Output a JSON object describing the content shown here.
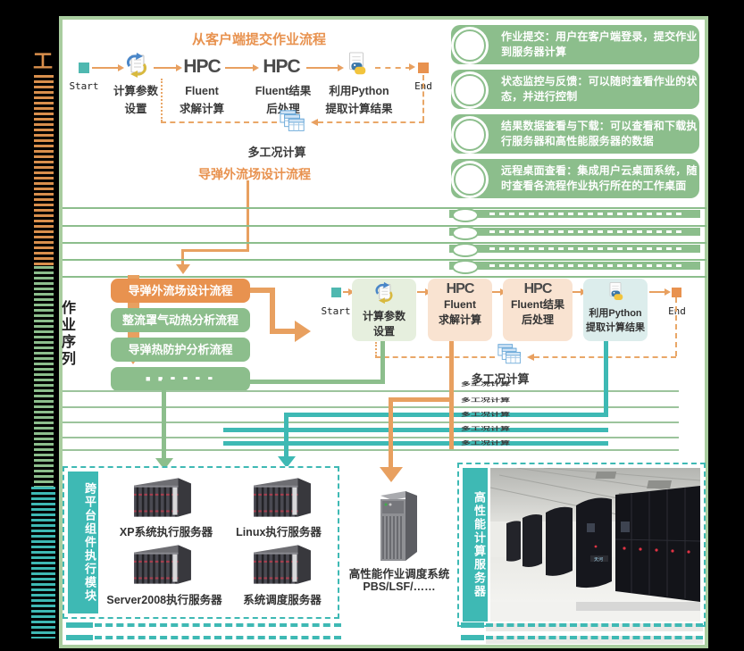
{
  "colors": {
    "orange": "#E8924F",
    "green": "#8CBE8C",
    "teal": "#3EB9B4",
    "peach": "#F9E3D1",
    "light_green": "#E6EFDE",
    "light_cyan": "#DCEDEC",
    "border_green": "#A9CD9F"
  },
  "sidebar": {
    "segments": [
      {
        "text": "工",
        "color": "#D98F4C"
      },
      {
        "text": "",
        "color": "#8CBE8C"
      },
      {
        "text": "",
        "color": "#3EB9B4"
      }
    ]
  },
  "flow1": {
    "title": "从客户端提交作业流程",
    "start_label": "Start",
    "end_label": "End",
    "steps": [
      {
        "icon": "document-sync-icon",
        "line1": "计算参数",
        "line2": "设置"
      },
      {
        "big": "HPC",
        "line1": "Fluent",
        "line2": "求解计算"
      },
      {
        "big": "HPC",
        "line1": "Fluent结果",
        "line2": "后处理"
      },
      {
        "icon": "python-icon",
        "line1": "利用Python",
        "line2": "提取计算结果"
      }
    ],
    "loop_label": "多工况计算"
  },
  "section_title": "导弹外流场设计流程",
  "info_items": [
    {
      "text": "作业提交：用户在客户端登录，提交作业到服务器计算"
    },
    {
      "text": "状态监控与反馈：可以随时查看作业的状态，并进行控制"
    },
    {
      "text": "结果数据查看与下载：可以查看和下载执行服务器和高性能服务器的数据"
    },
    {
      "text": "远程桌面查看：集成用户云桌面系统，随时查看各流程作业执行所在的工作桌面"
    }
  ],
  "job_sequence": {
    "label": "作业序列",
    "boxes": [
      "导弹外流场设计流程",
      "整流罩气动热分析流程",
      "导弹热防护分析流程",
      "■ ■ ■ ■ ■ ■"
    ]
  },
  "flow2": {
    "start_label": "Start",
    "end_label": "End",
    "steps": [
      {
        "icon": "document-sync-icon",
        "line1": "计算参数",
        "line2": "设置"
      },
      {
        "big": "HPC",
        "line1": "Fluent",
        "line2": "求解计算"
      },
      {
        "big": "HPC",
        "line1": "Fluent结果",
        "line2": "后处理"
      },
      {
        "icon": "python-icon",
        "line1": "利用Python",
        "line2": "提取计算结果"
      }
    ],
    "loop_label": "多工况计算"
  },
  "artifact_label": "多工况计算",
  "execution_module": {
    "label": "跨平台组件执行模块",
    "servers": [
      "XP系统执行服务器",
      "Linux执行服务器",
      "Server2008执行服务器",
      "系统调度服务器"
    ]
  },
  "scheduler": {
    "line1": "高性能作业调度系统",
    "line2": "PBS/LSF/……"
  },
  "hpc_module": {
    "label": "高性能计算服务器"
  }
}
